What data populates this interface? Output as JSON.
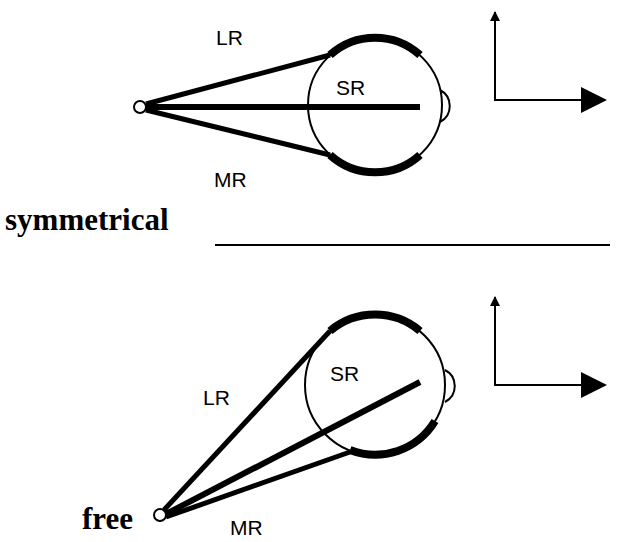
{
  "diagram": {
    "labels": [
      "LR",
      "SR",
      "MR",
      "symmetrical",
      "LR",
      "SR",
      "MR",
      "free"
    ]
  }
}
